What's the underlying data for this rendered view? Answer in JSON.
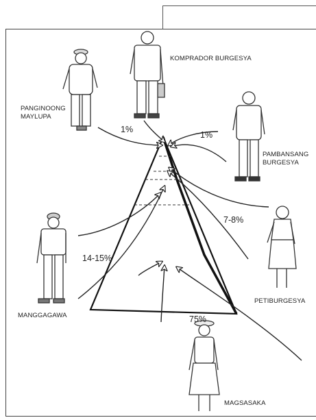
{
  "labels": {
    "komprador": "KOMPRADOR BURGESYA",
    "panginoong_line1": "PANGINOONG",
    "panginoong_line2": "MAYLUPA",
    "pambansang_line1": "PAMBANSANG",
    "pambansang_line2": "BURGESYA",
    "petiburgesya": "PETIBURGESYA",
    "manggagawa": "MANGGAGAWA",
    "magsasaka": "MAGSASAKA"
  },
  "percentages": {
    "panginoong": "1%",
    "pambansang": "1%",
    "petiburgesya": "7-8%",
    "manggagawa": "14-15%",
    "magsasaka": "75%"
  }
}
